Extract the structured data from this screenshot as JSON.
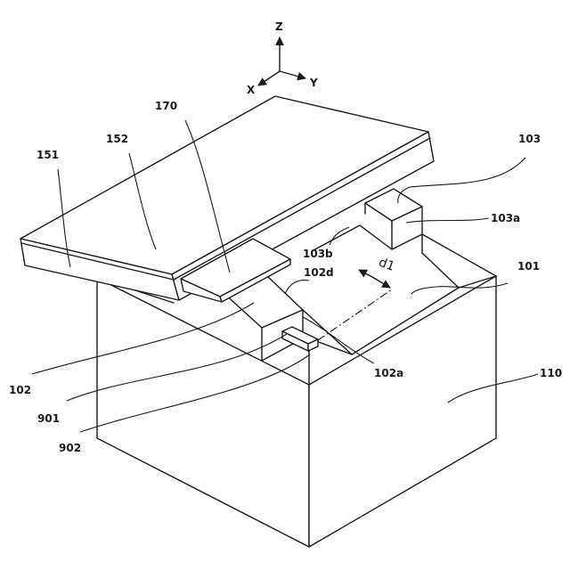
{
  "axes": {
    "z": "Z",
    "x": "X",
    "y": "Y"
  },
  "labels": {
    "l170": "170",
    "l152": "152",
    "l151": "151",
    "l103": "103",
    "l103a": "103a",
    "l103b": "103b",
    "l102d": "102d",
    "l101": "101",
    "l110": "110",
    "l102": "102",
    "l102a": "102a",
    "l901": "901",
    "l902": "902"
  },
  "dimension": {
    "d1": "d1"
  }
}
